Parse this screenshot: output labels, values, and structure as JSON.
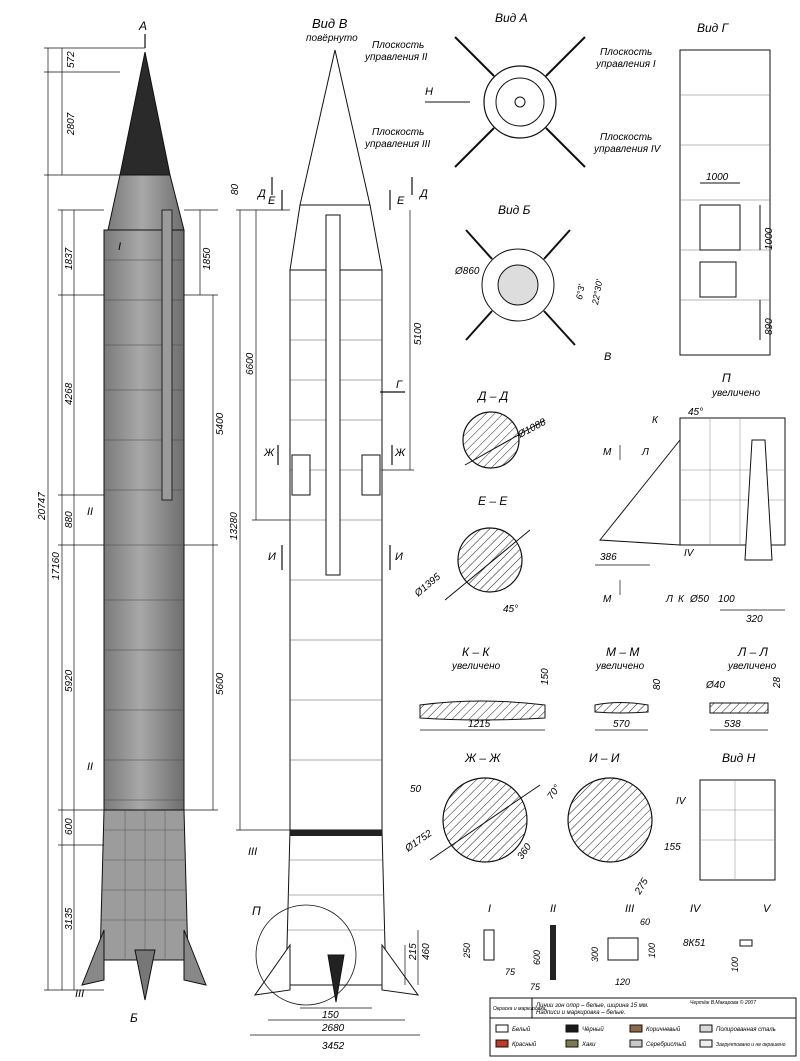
{
  "views": {
    "v": {
      "title": "Вид В",
      "sub": "повёрнуто"
    },
    "a": {
      "title": "Вид А",
      "planes": [
        "Плоскость\nуправления II",
        "Плоскость\nуправления I",
        "Плоскость\nуправления III",
        "Плоскость\nуправления IV"
      ],
      "arrow": "Н"
    },
    "g": {
      "title": "Вид Г",
      "dims": [
        "1000",
        "1000",
        "890"
      ]
    },
    "b": {
      "title": "Вид Б",
      "dia": "Ø860",
      "angle1": "6°3'",
      "angle2": "22°30'",
      "arrow": "В"
    },
    "dd": {
      "title": "Д – Д",
      "dia": "Ø1088"
    },
    "ee": {
      "title": "Е – Е",
      "dia": "Ø1395",
      "angle": "45°"
    },
    "p": {
      "title": "П",
      "sub": "увеличено",
      "angle": "45°",
      "dims": [
        "386",
        "Ø50",
        "100",
        "320"
      ],
      "marks": [
        "К",
        "Л",
        "М",
        "М",
        "Л",
        "К",
        "IV"
      ]
    },
    "kk": {
      "title": "К – К",
      "sub": "увеличено",
      "dims": [
        "150",
        "1215"
      ]
    },
    "mm": {
      "title": "М – М",
      "sub": "увеличено",
      "dims": [
        "80",
        "570"
      ]
    },
    "ll": {
      "title": "Л – Л",
      "sub": "увеличено",
      "dims": [
        "Ø40",
        "28",
        "538"
      ]
    },
    "zhzh": {
      "title": "Ж – Ж",
      "dims": [
        "50",
        "Ø1752",
        "360"
      ]
    },
    "ii": {
      "title": "И – И",
      "dims": [
        "70°",
        "155",
        "275"
      ]
    },
    "n": {
      "title": "Вид Н",
      "mark": "IV"
    }
  },
  "left_profile": {
    "top_mark": "А",
    "bottom_mark": "Б",
    "sections": [
      "I",
      "II",
      "II",
      "III"
    ],
    "dims_left": [
      "572",
      "2807",
      "1837",
      "4268",
      "880",
      "5920",
      "600",
      "3135",
      "20747",
      "17160"
    ],
    "dims_right": [
      "1850",
      "5400",
      "5600"
    ]
  },
  "center_profile": {
    "cuts": [
      "Д",
      "Д",
      "Е",
      "Е",
      "Ж",
      "Ж",
      "И",
      "И",
      "Г"
    ],
    "dims_left": [
      "80",
      "6600",
      "13280"
    ],
    "dims_right": [
      "5100",
      "215",
      "460"
    ],
    "section": "III",
    "view_p": "П",
    "dims_bottom": [
      "150",
      "2680",
      "3452"
    ]
  },
  "details": {
    "labels": [
      "I",
      "II",
      "III",
      "IV",
      "V"
    ],
    "I": [
      "250",
      "75"
    ],
    "II": [
      "600",
      "75"
    ],
    "III": [
      "60",
      "300",
      "100",
      "120"
    ],
    "IV": [
      "8К51"
    ],
    "V": [
      "100"
    ]
  },
  "legend": {
    "header_left": "Окраска и маркировка",
    "header_text": "Линии зон опор – белые, ширина 15 мм.\nНадписи и маркировка – белые.",
    "credit": "Чертёж В.Макарова © 2007",
    "rows": [
      [
        "Белый",
        "Чёрный",
        "Коричневый",
        "Полированная сталь"
      ],
      [
        "Красный",
        "Хаки",
        "Серебристый",
        "Загрунтовано и не окрашено"
      ]
    ],
    "swatch_colors": [
      "#ffffff",
      "#1a1a1a",
      "#8a6a4a",
      "#d8d8d8",
      "#c0392b",
      "#7d7a52",
      "#c8c8c8",
      "#eeeeee"
    ]
  },
  "colors": {
    "body": "#8c8c8c",
    "nose": "#2a2a2a",
    "line": "#1a1a1a"
  }
}
